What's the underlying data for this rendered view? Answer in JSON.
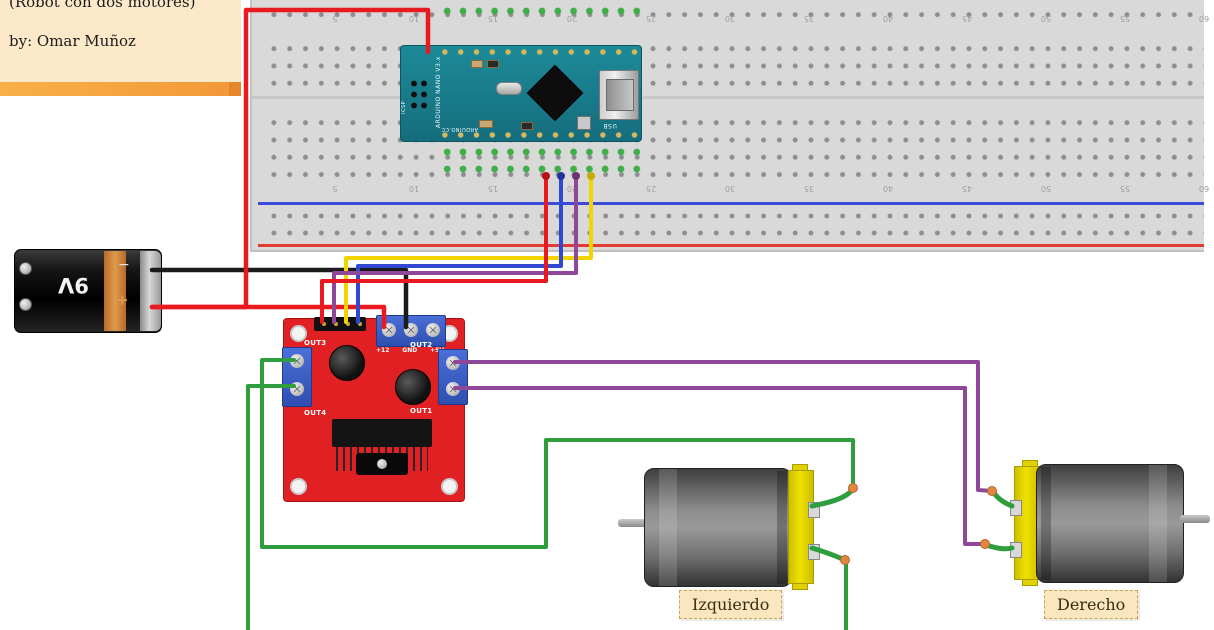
{
  "note": {
    "title": "(Robot con dos motores)",
    "author": "by: Omar Muñoz"
  },
  "motor_labels": {
    "left": "Izquierdo",
    "right": "Derecho"
  },
  "battery": {
    "label": "9V",
    "terminal_minus": "−",
    "terminal_plus": "+"
  },
  "arduino": {
    "title": "ARDUINO NANO V3.x",
    "brand": "ARDUINO.CC",
    "icsp_label": "ICSP",
    "usb_label": "USB"
  },
  "driver": {
    "out1": "OUT1",
    "out2": "OUT2",
    "out3": "OUT3",
    "out4": "OUT4",
    "power_terminals": [
      "+12",
      "GND",
      "+5V"
    ]
  },
  "breadboard": {
    "column_numbers": [
      "5",
      "10",
      "15",
      "20",
      "25",
      "30",
      "35",
      "40",
      "45",
      "50",
      "55",
      "60"
    ]
  },
  "wires": [
    {
      "name": "battery-positive-to-arduino",
      "color": "red"
    },
    {
      "name": "battery-positive-to-driver",
      "color": "red"
    },
    {
      "name": "battery-negative-to-driver",
      "color": "black"
    },
    {
      "name": "breadboard-to-driver-control-1",
      "color": "red"
    },
    {
      "name": "breadboard-to-driver-control-2",
      "color": "blue"
    },
    {
      "name": "breadboard-to-driver-control-3",
      "color": "purple"
    },
    {
      "name": "breadboard-to-driver-control-4",
      "color": "yellow"
    },
    {
      "name": "driver-out3-to-left-motor",
      "color": "green"
    },
    {
      "name": "driver-out4-down",
      "color": "green"
    },
    {
      "name": "left-motor-lead-down",
      "color": "green"
    },
    {
      "name": "driver-out2-to-right-motor-a",
      "color": "purple"
    },
    {
      "name": "driver-out2-to-right-motor-b",
      "color": "purple"
    }
  ],
  "colors": {
    "wire_red": "#e8191f",
    "wire_black": "#1b1b1b",
    "wire_yellow": "#f2d500",
    "wire_blue": "#2f49d1",
    "wire_purple": "#8f4899",
    "wire_green": "#2f9e3f",
    "lead_tip_orange": "#e0873f",
    "breadboard": "#d9d9d9",
    "rail_blue": "#3b4bd8",
    "rail_red": "#e03c31",
    "hole_green": "#3fae46",
    "arduino_teal": "#17808f",
    "driver_red": "#e02023",
    "terminal_blue": "#3a5fd0",
    "battery_black": "#141414",
    "battery_copper": "#c87a36",
    "motor_gray": "#7a7a7a",
    "motor_yellow": "#e6d800",
    "note_bg": "#fce9c9",
    "note_strip": "#f5a93f"
  }
}
